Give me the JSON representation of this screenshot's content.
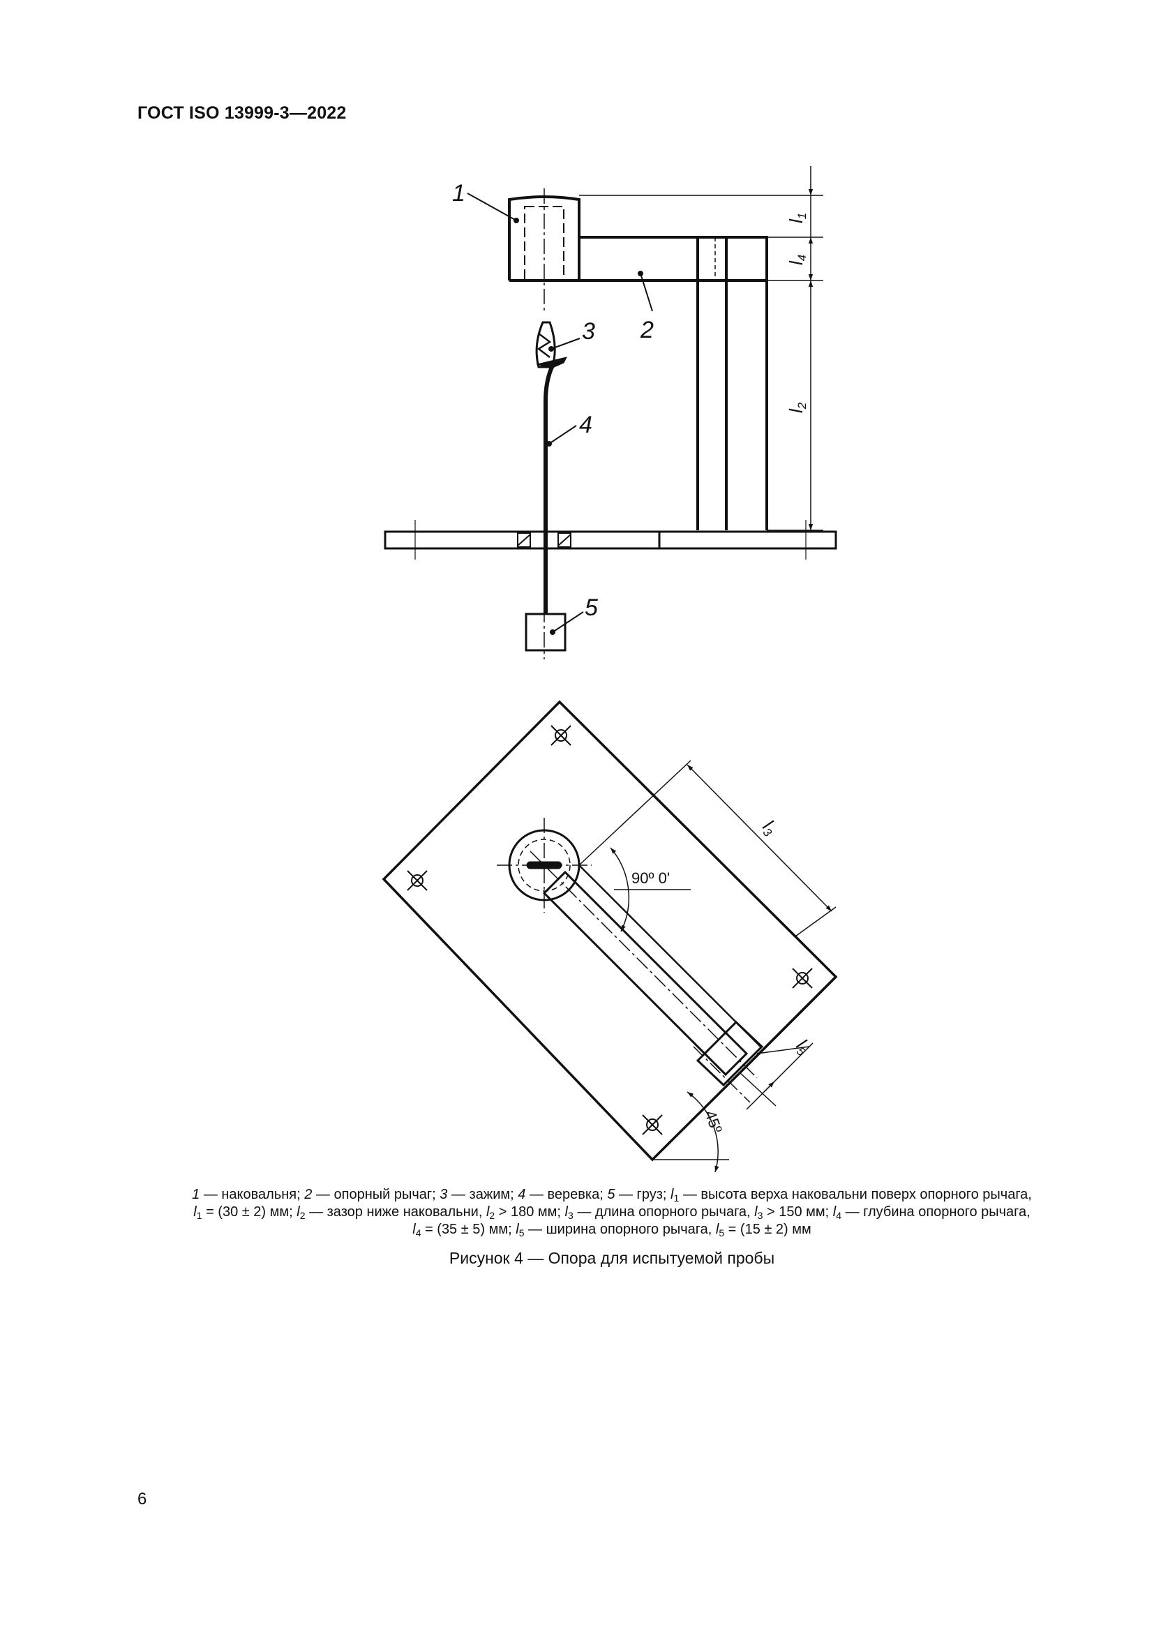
{
  "header": {
    "doc_id": "ГОСТ ISO 13999-3—2022"
  },
  "figure": {
    "callouts": [
      "1",
      "2",
      "3",
      "4",
      "5"
    ],
    "dims": {
      "l1": {
        "main": "l",
        "sub": "1"
      },
      "l4": {
        "main": "l",
        "sub": "4"
      },
      "l2": {
        "main": "l",
        "sub": "2"
      },
      "l3": {
        "main": "l",
        "sub": "3"
      },
      "l5": {
        "main": "l",
        "sub": "5"
      }
    },
    "angle_90": "90º 0'",
    "angle_45": "45º"
  },
  "legend": {
    "line1": [
      {
        "t": "1",
        "i": true
      },
      {
        "t": " — наковальня; "
      },
      {
        "t": "2",
        "i": true
      },
      {
        "t": " — опорный рычаг; "
      },
      {
        "t": "3",
        "i": true
      },
      {
        "t": " — зажим; "
      },
      {
        "t": "4",
        "i": true
      },
      {
        "t": " — веревка; "
      },
      {
        "t": "5",
        "i": true
      },
      {
        "t": " — груз; "
      },
      {
        "t": "l",
        "i": true
      },
      {
        "t": "1",
        "sub": true
      },
      {
        "t": " — высота верха наковальни поверх опорного рычага,"
      }
    ],
    "line2": [
      {
        "t": "l",
        "i": true
      },
      {
        "t": "1",
        "sub": true
      },
      {
        "t": " = (30 ± 2) мм; "
      },
      {
        "t": "l",
        "i": true
      },
      {
        "t": "2",
        "sub": true
      },
      {
        "t": " — зазор ниже наковальни, "
      },
      {
        "t": "l",
        "i": true
      },
      {
        "t": "2",
        "sub": true
      },
      {
        "t": " > 180 мм; "
      },
      {
        "t": "l",
        "i": true
      },
      {
        "t": "3",
        "sub": true
      },
      {
        "t": " — длина опорного рычага, "
      },
      {
        "t": "l",
        "i": true
      },
      {
        "t": "3",
        "sub": true
      },
      {
        "t": " > 150 мм; "
      },
      {
        "t": "l",
        "i": true
      },
      {
        "t": "4",
        "sub": true
      },
      {
        "t": " — глубина опорного рычага,"
      }
    ],
    "line3": [
      {
        "t": "l",
        "i": true
      },
      {
        "t": "4",
        "sub": true
      },
      {
        "t": " = (35 ± 5) мм; "
      },
      {
        "t": "l",
        "i": true
      },
      {
        "t": "5",
        "sub": true
      },
      {
        "t": " — ширина опорного рычага, "
      },
      {
        "t": "l",
        "i": true
      },
      {
        "t": "5",
        "sub": true
      },
      {
        "t": " = (15 ± 2) мм"
      }
    ]
  },
  "caption": "Рисунок 4 — Опора для испытуемой пробы",
  "page_number": "6"
}
